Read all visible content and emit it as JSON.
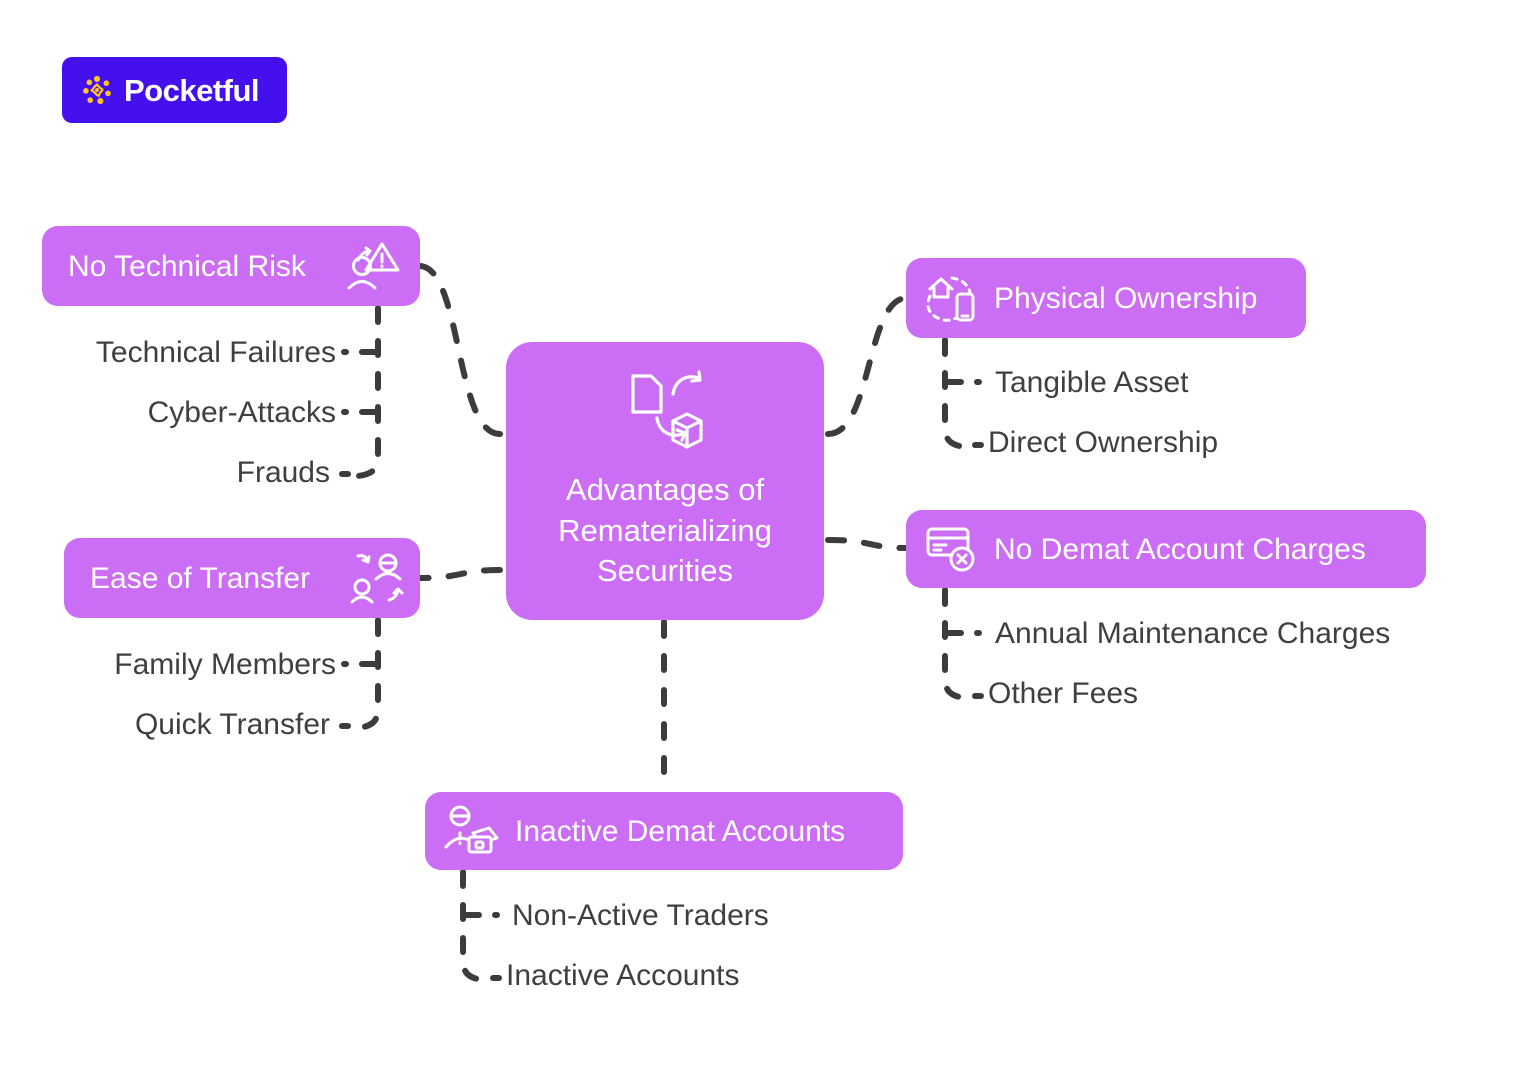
{
  "brand": {
    "name": "Pocketful",
    "logo_icon": "starburst-icon",
    "bg_color": "#4411ee",
    "mark_color": "#ffc61a"
  },
  "theme": {
    "node_color": "#cc6ef5",
    "node_text_color": "#ffffff",
    "sub_text_color": "#3f3f3f",
    "connector_color": "#3c3c3c",
    "background": "#ffffff"
  },
  "center": {
    "title_line1": "Advantages of",
    "title_line2": "Rematerializing",
    "title_line3": "Securities",
    "icon": "document-to-cube-convert-icon"
  },
  "branches": [
    {
      "id": "no-technical-risk",
      "label": "No Technical Risk",
      "icon": "person-warning-icon",
      "side": "left",
      "children": [
        {
          "label": "Technical Failures"
        },
        {
          "label": "Cyber-Attacks"
        },
        {
          "label": "Frauds"
        }
      ]
    },
    {
      "id": "ease-of-transfer",
      "label": "Ease of Transfer",
      "icon": "people-swap-icon",
      "side": "left",
      "children": [
        {
          "label": "Family Members"
        },
        {
          "label": "Quick Transfer"
        }
      ]
    },
    {
      "id": "physical-ownership",
      "label": "Physical Ownership",
      "icon": "house-phone-orbit-icon",
      "side": "right",
      "children": [
        {
          "label": "Tangible Asset"
        },
        {
          "label": "Direct Ownership"
        }
      ]
    },
    {
      "id": "no-demat-account-charges",
      "label": "No Demat Account Charges",
      "icon": "card-cancel-icon",
      "side": "right",
      "children": [
        {
          "label": "Annual Maintenance Charges"
        },
        {
          "label": "Other Fees"
        }
      ]
    },
    {
      "id": "inactive-demat-accounts",
      "label": "Inactive Demat Accounts",
      "icon": "person-money-icon",
      "side": "bottom",
      "children": [
        {
          "label": "Non-Active Traders"
        },
        {
          "label": "Inactive Accounts"
        }
      ]
    }
  ]
}
